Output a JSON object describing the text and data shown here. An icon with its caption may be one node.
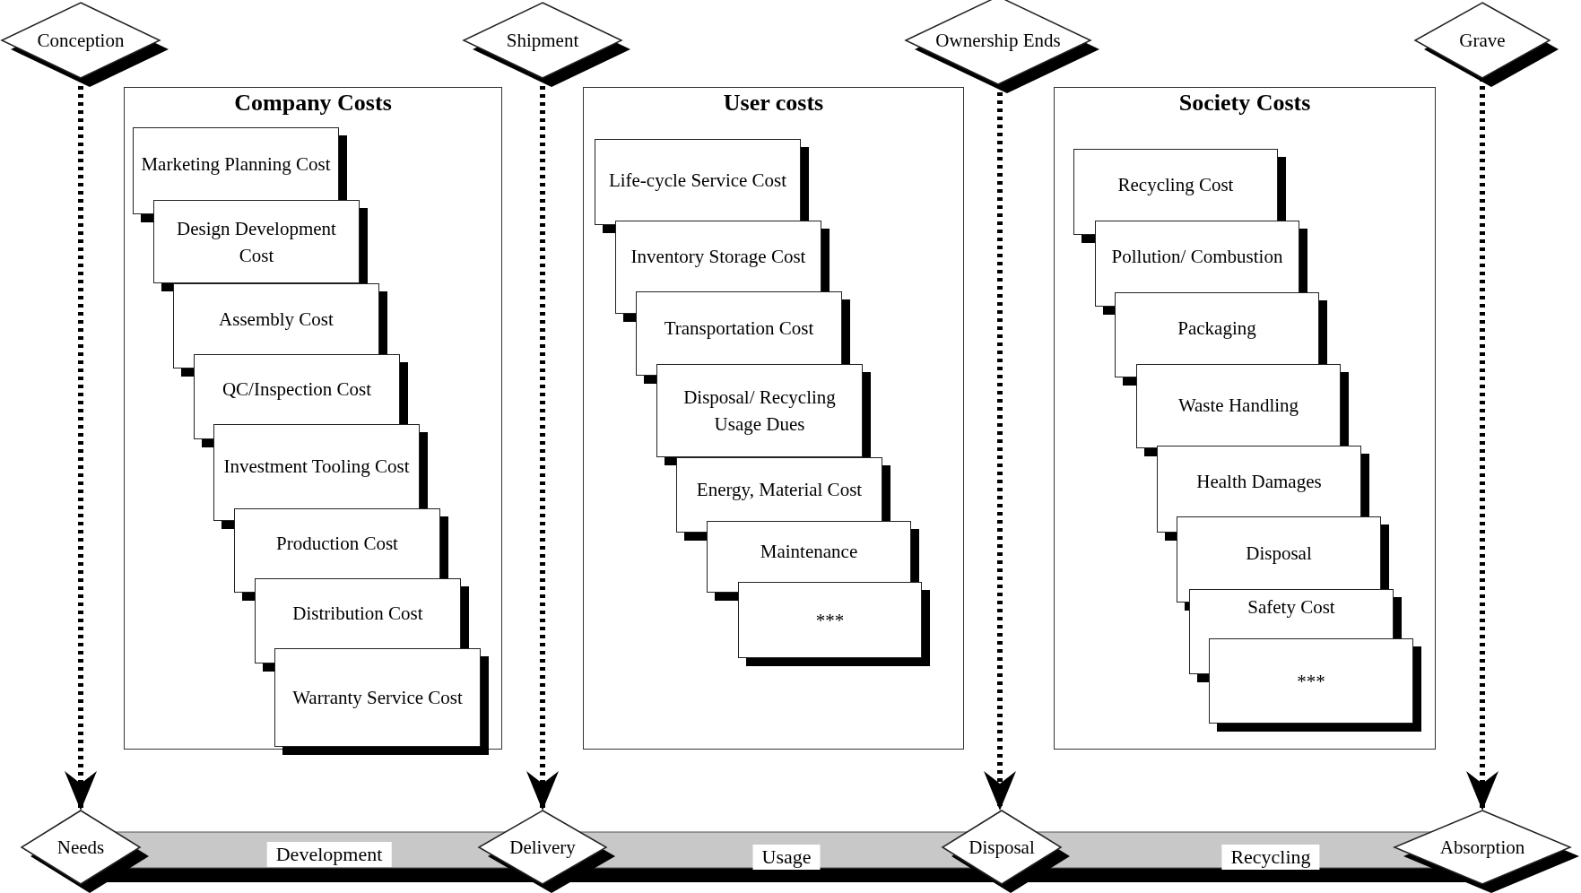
{
  "diagram": {
    "nodes": [
      {
        "text": [
          "Conception"
        ]
      },
      {
        "text": [
          "Shipment"
        ]
      },
      {
        "text": [
          "Ownership Ends"
        ]
      },
      {
        "text": [
          "Grave"
        ]
      },
      {
        "text": [
          "Company Costs"
        ]
      },
      {
        "text": [
          "Marketing Planning Cost"
        ],
        "in": 4
      },
      {
        "text": [
          "Design Development Cost"
        ],
        "in": 4
      },
      {
        "text": [
          "Assembly Cost"
        ],
        "in": 4
      },
      {
        "text": [
          "QC/Inspection Cost"
        ],
        "in": 4
      },
      {
        "text": [
          "Investment Tooling Cost"
        ],
        "in": 4
      },
      {
        "text": [
          "Production Cost"
        ],
        "in": 4
      },
      {
        "text": [
          "Distribution Cost"
        ],
        "in": 4
      },
      {
        "text": [
          "Warranty Service Cost"
        ],
        "in": 4
      },
      {
        "text": [
          "User costs"
        ]
      },
      {
        "text": [
          "Life-cycle Service Cost"
        ],
        "in": 13
      },
      {
        "text": [
          "Inventory Storage Cost"
        ],
        "in": 13
      },
      {
        "text": [
          "Transportation Cost"
        ],
        "in": 13
      },
      {
        "text": [
          "Disposal/ Recycling Usage Dues"
        ],
        "in": 13
      },
      {
        "text": [
          "Energy, Material Cost"
        ],
        "in": 13
      },
      {
        "text": [
          "Maintenance"
        ],
        "in": 13
      },
      {
        "text": [
          "***"
        ],
        "in": 13
      },
      {
        "text": [
          "Society Costs"
        ]
      },
      {
        "text": [
          "Recycling Cost"
        ],
        "in": 21
      },
      {
        "text": [
          "Pollution/ Combustion"
        ],
        "in": 21
      },
      {
        "text": [
          "Packaging"
        ],
        "in": 21
      },
      {
        "text": [
          "Waste Handling"
        ],
        "in": 21
      },
      {
        "text": [
          "Health Damages"
        ],
        "in": 21
      },
      {
        "text": [
          "Disposal"
        ],
        "in": 21
      },
      {
        "text": [
          "Safety Cost"
        ],
        "in": 21
      },
      {
        "text": [
          "***"
        ],
        "in": 21
      },
      {
        "text": [
          "Needs"
        ]
      },
      {
        "text": [
          "Delivery"
        ]
      },
      {
        "text": [
          "Disposal"
        ]
      },
      {
        "text": [
          "Absorption"
        ]
      }
    ],
    "edges": [
      {
        "from": 0,
        "to": 30,
        "arrow": "to",
        "style": "dashed"
      },
      {
        "from": 1,
        "to": 31,
        "arrow": "to",
        "style": "dashed"
      },
      {
        "from": 2,
        "to": 32,
        "arrow": "to",
        "style": "dashed"
      },
      {
        "from": 3,
        "to": 33,
        "arrow": "to",
        "style": "dashed"
      }
    ],
    "labels": [
      "Development",
      "Usage",
      "Recycling"
    ]
  }
}
